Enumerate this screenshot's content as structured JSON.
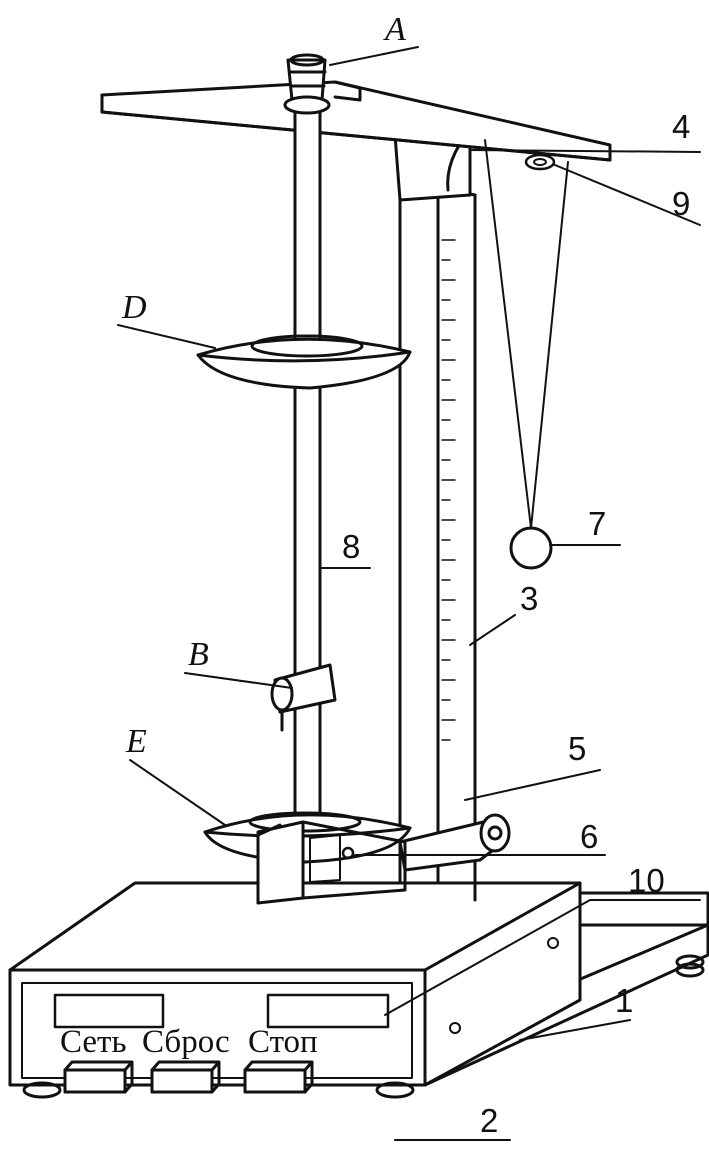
{
  "labels": {
    "A": "A",
    "B": "B",
    "D": "D",
    "E": "E",
    "n1": "1",
    "n2": "2",
    "n3": "3",
    "n4": "4",
    "n5": "5",
    "n6": "6",
    "n7": "7",
    "n8": "8",
    "n9": "9",
    "n10": "10"
  },
  "buttons": {
    "power": "Сеть",
    "reset": "Сброс",
    "stop": "Стоп"
  }
}
